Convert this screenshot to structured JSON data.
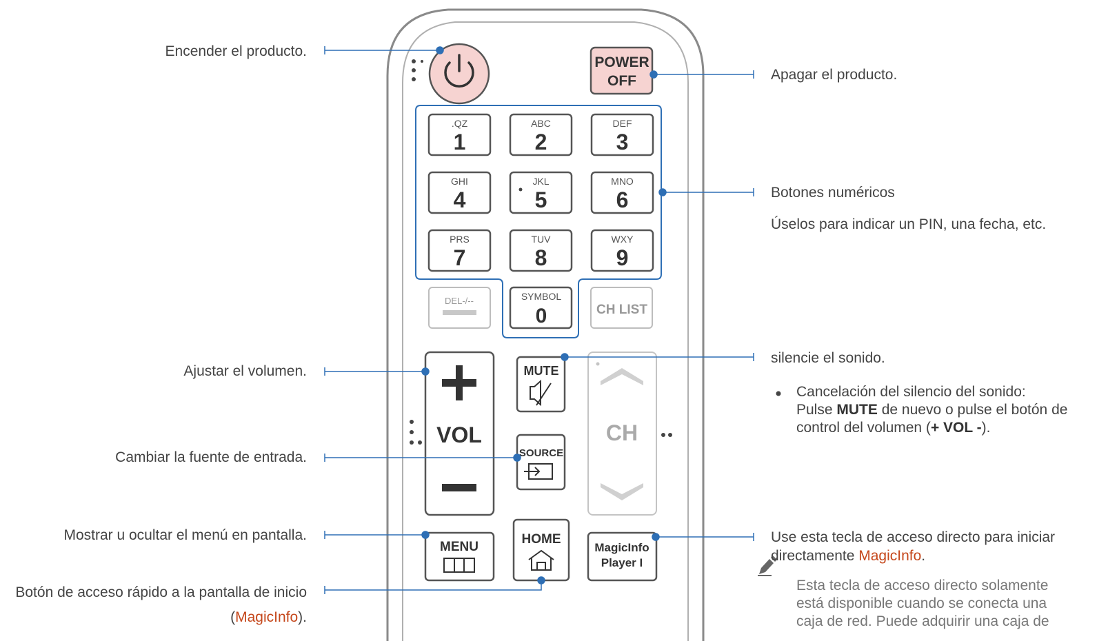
{
  "labels_left": {
    "power_on": "Encender el producto.",
    "volume": "Ajustar el volumen.",
    "source": "Cambiar la fuente de entrada.",
    "menu": "Mostrar u ocultar el menú en pantalla.",
    "home_line1": "Botón de acceso rápido a la pantalla de inicio",
    "home_paren_open": "(",
    "home_link": "MagicInfo",
    "home_paren_close": ")."
  },
  "labels_right": {
    "power_off": "Apagar el producto.",
    "numeric_title": "Botones numéricos",
    "numeric_desc": "Úselos para indicar un PIN, una fecha, etc.",
    "mute_title": "silencie el sonido.",
    "mute_bullet_line1": "Cancelación del silencio del sonido:",
    "mute_bullet_line2_pre": "Pulse ",
    "mute_bullet_line2_key": "MUTE",
    "mute_bullet_line2_post": " de nuevo o pulse el botón de",
    "mute_bullet_line3_pre": "control del volumen (",
    "mute_bullet_line3_key": "+ VOL -",
    "mute_bullet_line3_post": ").",
    "magicinfo_line1": "Use esta tecla de acceso directo para iniciar",
    "magicinfo_line2_pre": "directamente ",
    "magicinfo_line2_link": "MagicInfo",
    "magicinfo_line2_post": ".",
    "note_line1": "Esta tecla de acceso directo solamente",
    "note_line2": "está disponible cuando se conecta una",
    "note_line3": "caja de red. Puede adquirir una caja de"
  },
  "remote": {
    "power_off_line1": "POWER",
    "power_off_line2": "OFF",
    "keys": [
      {
        "letters": ".QZ",
        "digit": "1"
      },
      {
        "letters": "ABC",
        "digit": "2"
      },
      {
        "letters": "DEF",
        "digit": "3"
      },
      {
        "letters": "GHI",
        "digit": "4"
      },
      {
        "letters": "JKL",
        "digit": "5"
      },
      {
        "letters": "MNO",
        "digit": "6"
      },
      {
        "letters": "PRS",
        "digit": "7"
      },
      {
        "letters": "TUV",
        "digit": "8"
      },
      {
        "letters": "WXY",
        "digit": "9"
      }
    ],
    "del": "DEL-/--",
    "symbol": "SYMBOL",
    "zero": "0",
    "ch_list": "CH LIST",
    "vol": "VOL",
    "mute": "MUTE",
    "source": "SOURCE",
    "ch": "CH",
    "menu": "MENU",
    "home": "HOME",
    "magicinfo_line1": "MagicInfo",
    "magicinfo_line2": "Player I"
  },
  "colors": {
    "callout_line": "#2e6fb5",
    "power_button": "#f6d3d1",
    "accent_text": "#c5471b",
    "remote_outline": "#888888"
  }
}
